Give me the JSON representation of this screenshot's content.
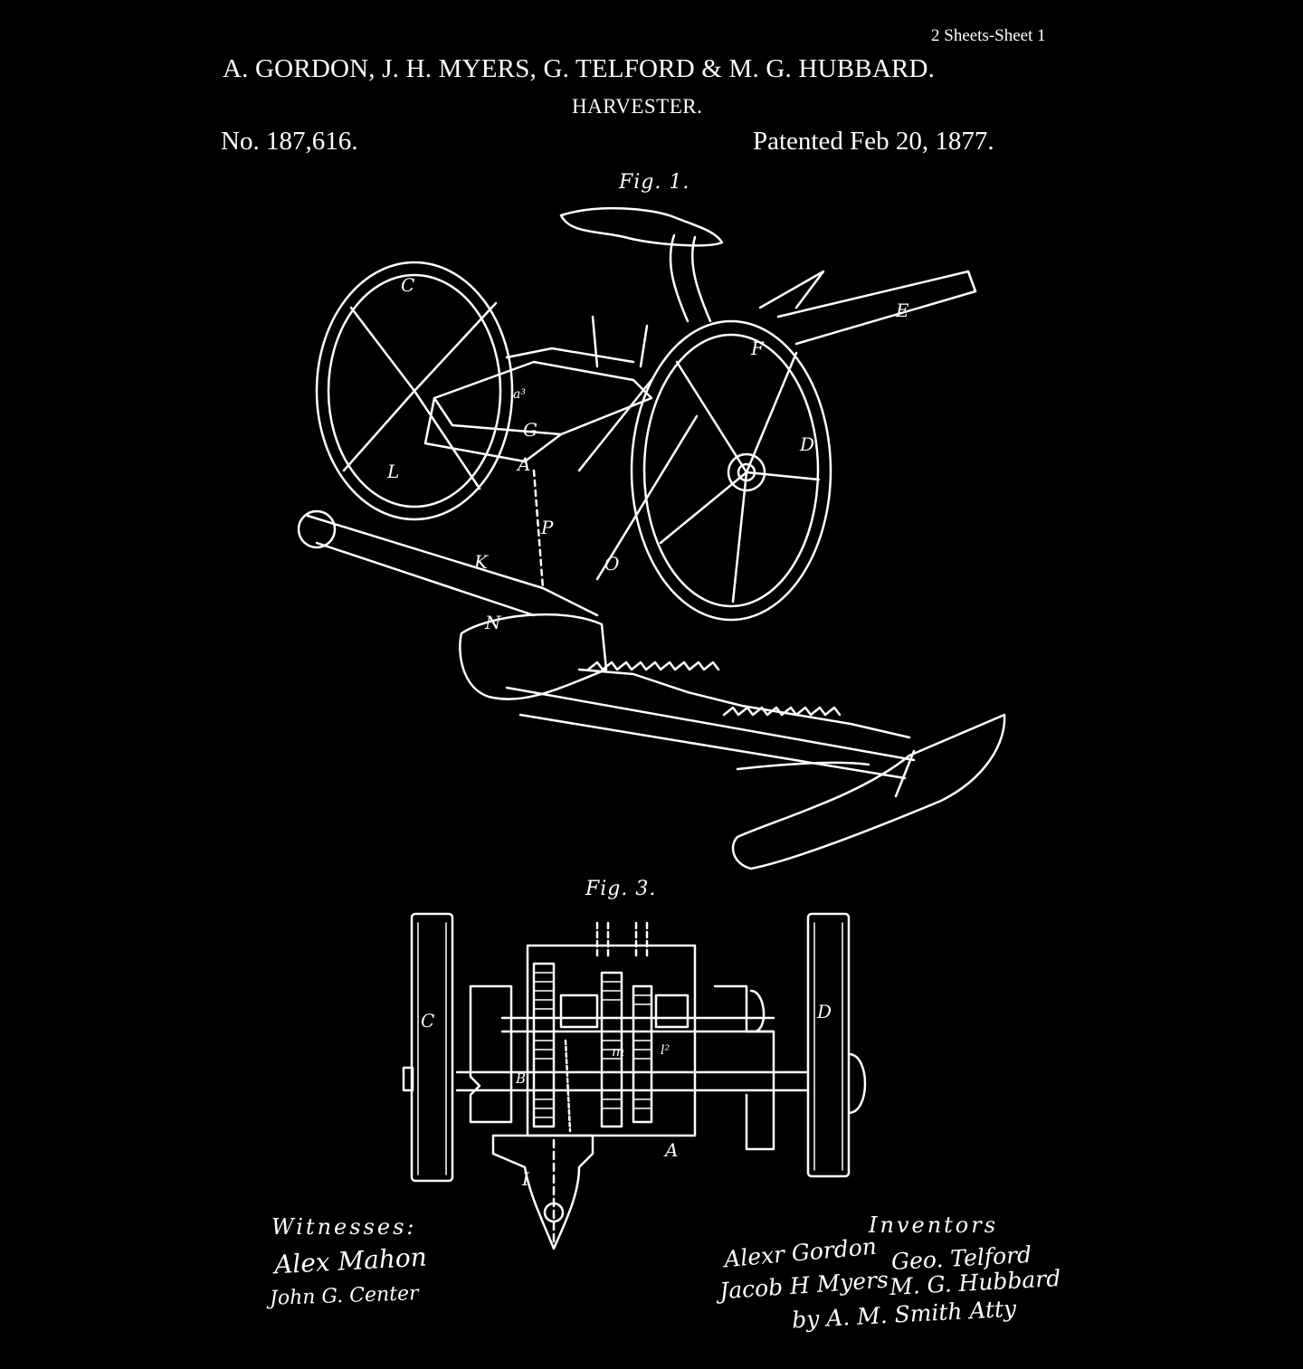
{
  "header": {
    "sheet": "2 Sheets-Sheet 1",
    "inventors": "A. GORDON, J. H. MYERS, G. TELFORD & M. G. HUBBARD.",
    "title": "HARVESTER.",
    "number": "No. 187,616.",
    "patented": "Patented Feb 20, 1877."
  },
  "figures": {
    "fig1_label": "Fig. 1.",
    "fig3_label": "Fig. 3.",
    "fig1_parts": [
      "C",
      "E",
      "F",
      "a³",
      "G",
      "A",
      "D",
      "L",
      "P",
      "K",
      "O",
      "N"
    ],
    "fig3_parts": [
      "C",
      "D",
      "B",
      "m",
      "l²",
      "A",
      "I"
    ]
  },
  "witnesses": {
    "heading": "Witnesses:",
    "signatures": [
      "Alex Mahon",
      "John G. Center"
    ]
  },
  "inventors_block": {
    "heading": "Inventors",
    "signatures": [
      "Alexr Gordon",
      "Geo. Telford",
      "Jacob H Myers",
      "M. G. Hubbard",
      "by A. M. Smith Atty"
    ]
  },
  "colors": {
    "background": "#000000",
    "ink": "#ffffff"
  }
}
